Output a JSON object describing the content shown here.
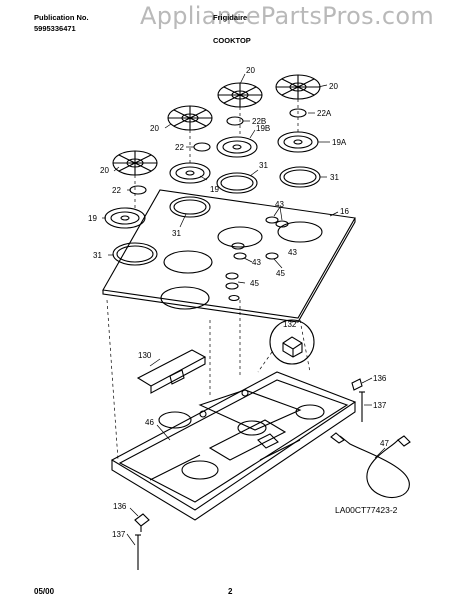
{
  "header": {
    "publication_label": "Publication No.",
    "publication_number": "5995336471",
    "brand_text": "Frigidaire",
    "section_title": "COOKTOP"
  },
  "watermark": "AppliancePartsPros.com",
  "diagram": {
    "callouts": {
      "c20a": "20",
      "c20b": "20",
      "c20c": "20",
      "c20d": "20",
      "c22a": "22A",
      "c22b": "22B",
      "c22c": "22",
      "c22d": "22",
      "c19b": "19B",
      "c19a": "19A",
      "c19c": "19",
      "c19d": "19",
      "c31a": "31",
      "c31b": "31",
      "c31c": "31",
      "c31d": "31",
      "c16": "16",
      "c43a": "43",
      "c43b": "43",
      "c43c": "43",
      "c45a": "45",
      "c45b": "45",
      "c132": "132",
      "c130": "130",
      "c136a": "136",
      "c137a": "137",
      "c46": "46",
      "c47": "47",
      "c136b": "136",
      "c137b": "137"
    },
    "drawing_id": "LA00CT77423-2"
  },
  "footer": {
    "date": "05/00",
    "page": "2"
  },
  "colors": {
    "line": "#000000",
    "watermark": "#b9b9b9"
  }
}
